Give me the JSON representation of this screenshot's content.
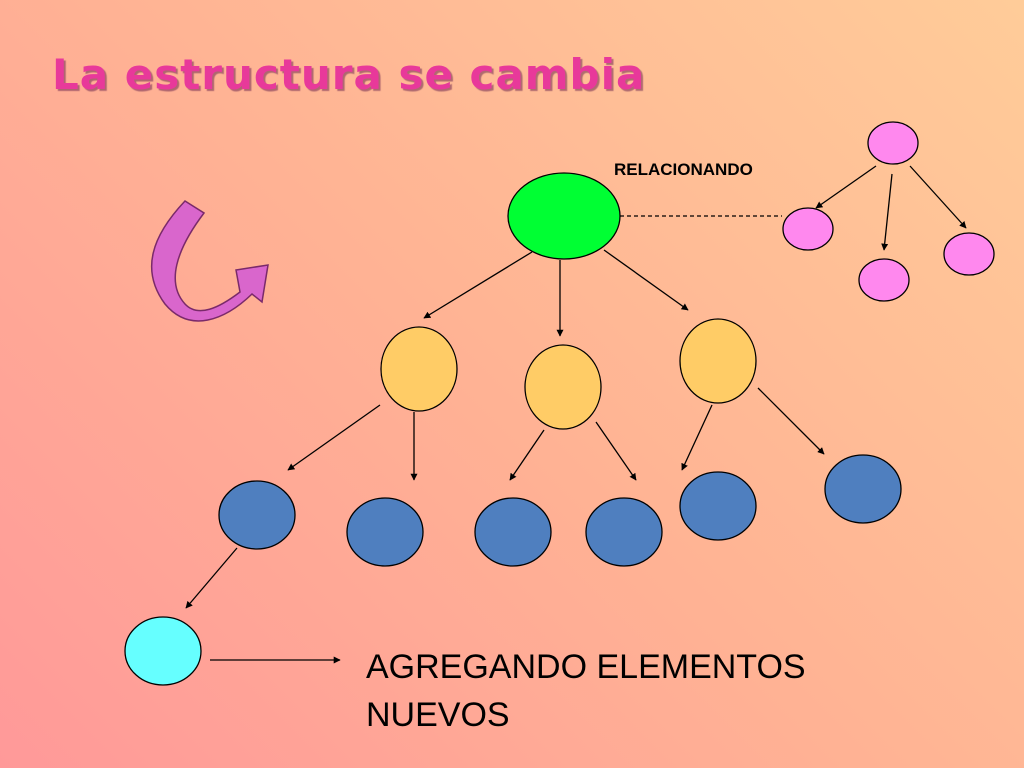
{
  "slide": {
    "title": "La estructura se cambia"
  },
  "labels": {
    "relating": "RELACIONANDO",
    "adding_line1": "AGREGANDO ELEMENTOS",
    "adding_line2": "NUEVOS"
  },
  "colors": {
    "title": "#e8399a",
    "root_node": "#00ff33",
    "orange_node": "#ffcc66",
    "blue_node": "#4f7fbf",
    "new_node": "#66ffff",
    "pink_node": "#ff88ee",
    "curved_arrow": "#d966cc",
    "node_outline": "#000000"
  },
  "icons": {
    "curved_arrow": "curved-arrow-icon"
  }
}
